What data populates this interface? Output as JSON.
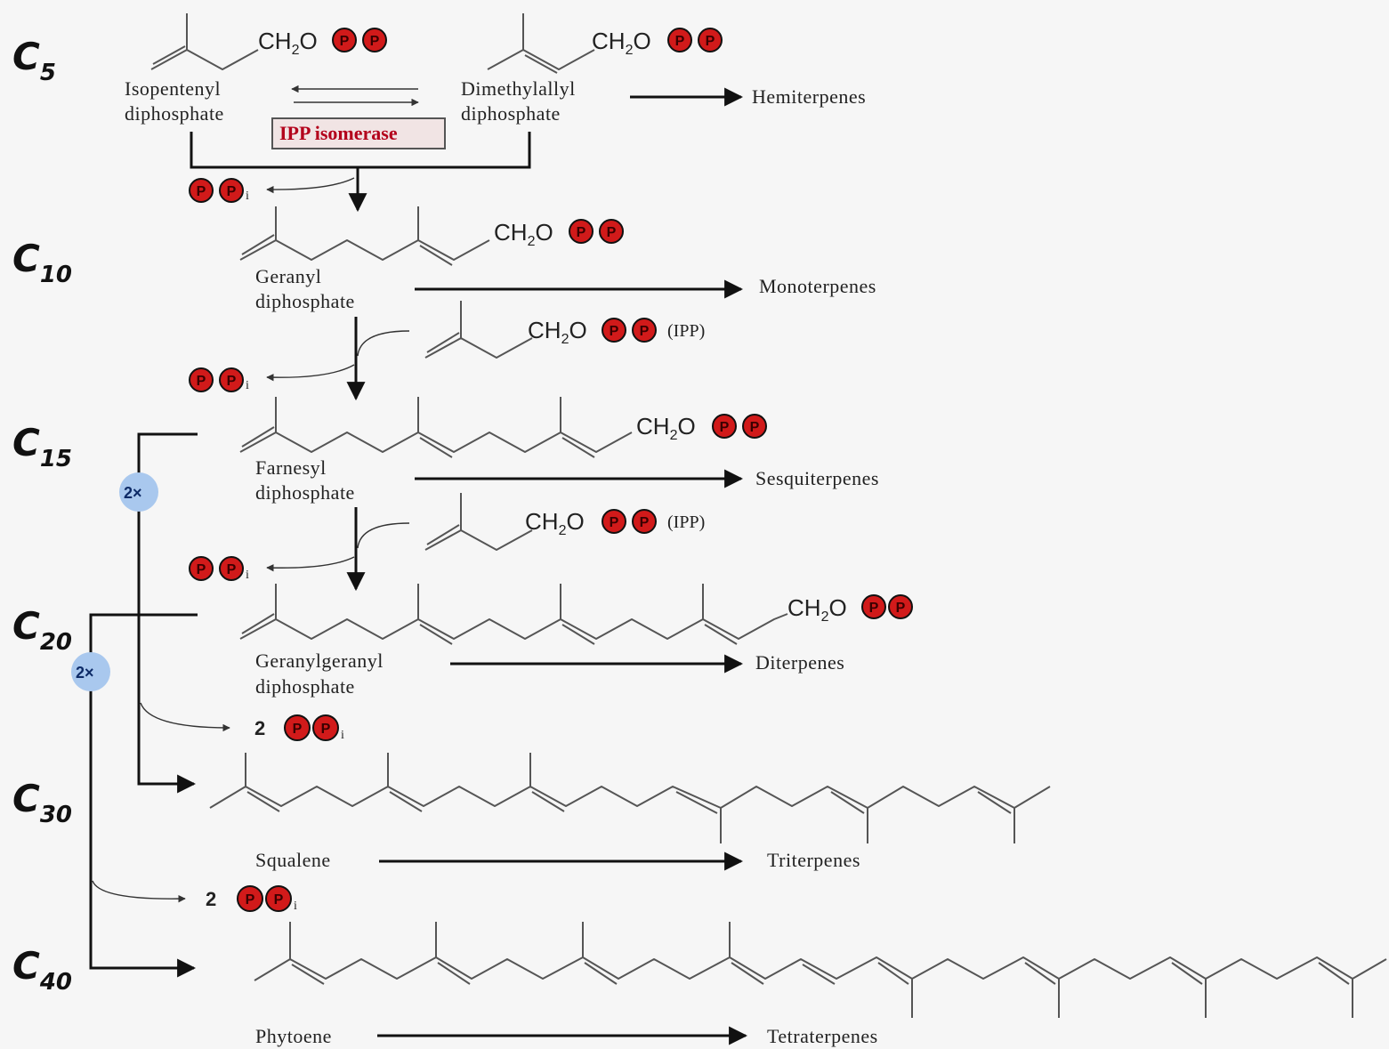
{
  "levels": [
    {
      "c": "C",
      "n": "5"
    },
    {
      "c": "C",
      "n": "10"
    },
    {
      "c": "C",
      "n": "15"
    },
    {
      "c": "C",
      "n": "20"
    },
    {
      "c": "C",
      "n": "30"
    },
    {
      "c": "C",
      "n": "40"
    }
  ],
  "compounds": {
    "ipp_name": [
      "Isopentenyl",
      "diphosphate"
    ],
    "dmapp_name": [
      "Dimethylallyl",
      "diphosphate"
    ],
    "gpp_name": [
      "Geranyl",
      "diphosphate"
    ],
    "fpp_name": [
      "Farnesyl",
      "diphosphate"
    ],
    "ggpp_name": [
      "Geranylgeranyl",
      "diphosphate"
    ],
    "squalene_name": "Squalene",
    "phytoene_name": "Phytoene"
  },
  "products": {
    "hemi": "Hemiterpenes",
    "mono": "Monoterpenes",
    "sesqui": "Sesquiterpenes",
    "di": "Diterpenes",
    "tri": "Triterpenes",
    "tetra": "Tetraterpenes"
  },
  "enzyme": "IPP isomerase",
  "group": {
    "ch": "CH",
    "sub": "2",
    "o": "O"
  },
  "ipp_label": "(IPP)",
  "pp_letter": "P",
  "ppi_sub": "i",
  "multiplier": "2×",
  "coef": "2",
  "colors": {
    "phosphate": "#d11a1a",
    "enzyme_bg": "#f1e4e4",
    "enzyme_text": "#b3001b",
    "badge": "#a9c8ee"
  }
}
